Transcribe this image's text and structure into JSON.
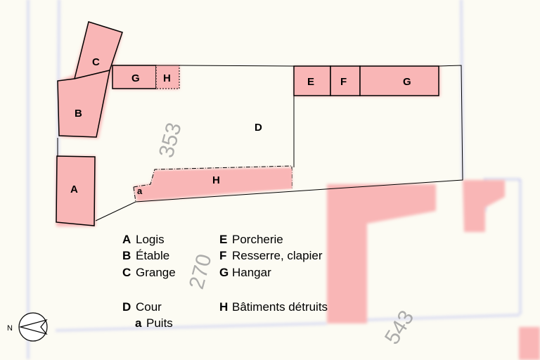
{
  "buildings": {
    "A": "A",
    "B": "B",
    "C": "C",
    "G_left": "G",
    "H_top": "H",
    "D": "D",
    "E": "E",
    "F": "F",
    "G_right": "G",
    "H_bottom": "H",
    "a": "a"
  },
  "parcel_numbers": {
    "p353": "353",
    "p270": "270",
    "p543": "543"
  },
  "legend": {
    "col1": [
      {
        "key": "A",
        "text": "Logis"
      },
      {
        "key": "B",
        "text": "Étable"
      },
      {
        "key": "C",
        "text": "Grange"
      },
      {
        "key": "D",
        "text": "Cour"
      },
      {
        "key": "a",
        "text": "Puits"
      }
    ],
    "col2": [
      {
        "key": "E",
        "text": "Porcherie"
      },
      {
        "key": "F",
        "text": "Resserre, clapier"
      },
      {
        "key": "G",
        "text": "Hangar"
      },
      {
        "key": "H",
        "text": "Bâtiments détruits"
      }
    ]
  },
  "north": {
    "label": "N"
  },
  "colors": {
    "background": "#fcfbf3",
    "building_fill": "#f9b6b6",
    "cadastre_line": "#a8aef0",
    "outline": "#000000",
    "parcel_text": "#9a9a9a"
  }
}
